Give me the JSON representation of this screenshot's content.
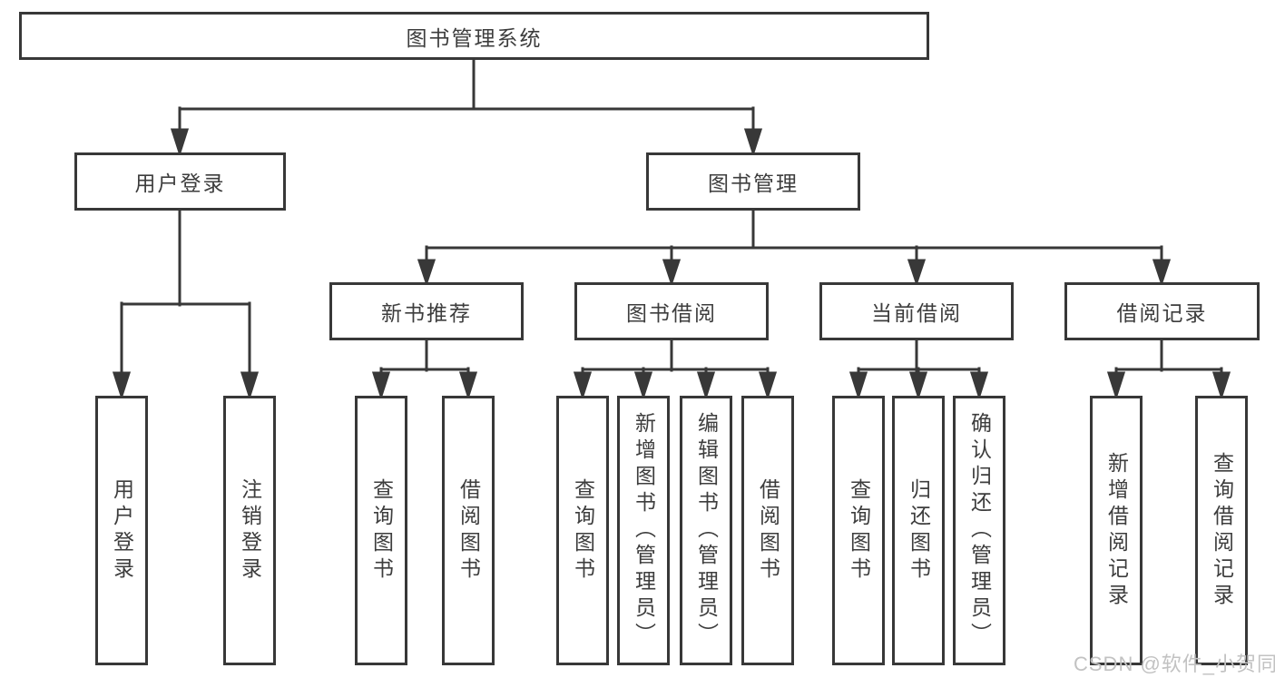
{
  "diagram": {
    "root": {
      "label": "图书管理系统"
    },
    "branches": [
      {
        "label": "用户登录",
        "children": [
          {
            "label": "用户登录"
          },
          {
            "label": "注销登录"
          }
        ]
      },
      {
        "label": "图书管理",
        "children": [
          {
            "label": "新书推荐",
            "children": [
              {
                "label": "查询图书"
              },
              {
                "label": "借阅图书"
              }
            ]
          },
          {
            "label": "图书借阅",
            "children": [
              {
                "label": "查询图书"
              },
              {
                "label": "新增图书（管理员）"
              },
              {
                "label": "编辑图书（管理员）"
              },
              {
                "label": "借阅图书"
              }
            ]
          },
          {
            "label": "当前借阅",
            "children": [
              {
                "label": "查询图书"
              },
              {
                "label": "归还图书"
              },
              {
                "label": "确认归还（管理员）"
              }
            ]
          },
          {
            "label": "借阅记录",
            "children": [
              {
                "label": "新增借阅记录"
              },
              {
                "label": "查询借阅记录"
              }
            ]
          }
        ]
      }
    ],
    "watermark": "CSDN @软件_小贺同学",
    "colors": {
      "line": "#383838",
      "box_border": "#383838",
      "text": "#3d3d3d",
      "watermark": "#c2c2c2",
      "background": "#ffffff"
    }
  }
}
